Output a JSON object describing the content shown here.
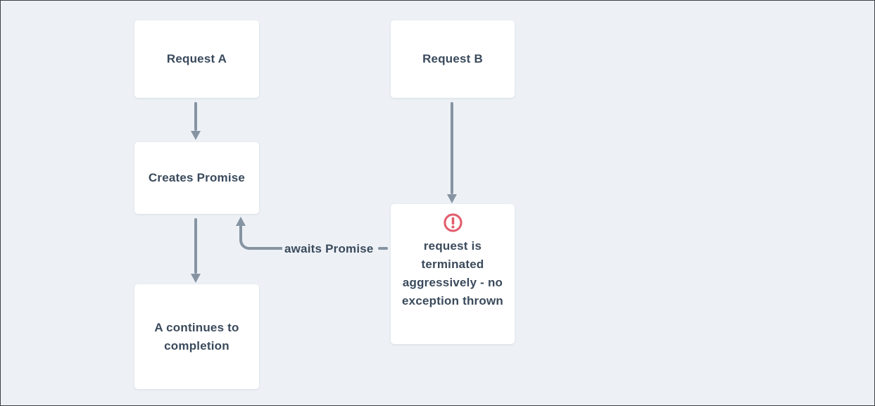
{
  "diagram": {
    "background_color": "#edf1f6",
    "node_background_color": "#ffffff",
    "text_color": "#3a4a5c",
    "arrow_color": "#8694a2",
    "warning_color": "#e25d6d"
  },
  "nodes": {
    "request_a": {
      "label": "Request A"
    },
    "request_b": {
      "label": "Request B"
    },
    "creates_promise": {
      "label": "Creates Promise"
    },
    "a_continues": {
      "lines": [
        "A continues to",
        "completion"
      ]
    },
    "terminated": {
      "icon": "alert-circle-icon",
      "lines": [
        "request is",
        "terminated",
        "aggressively - no",
        "exception thrown"
      ]
    }
  },
  "edges": {
    "awaits_label": "awaits Promise"
  }
}
